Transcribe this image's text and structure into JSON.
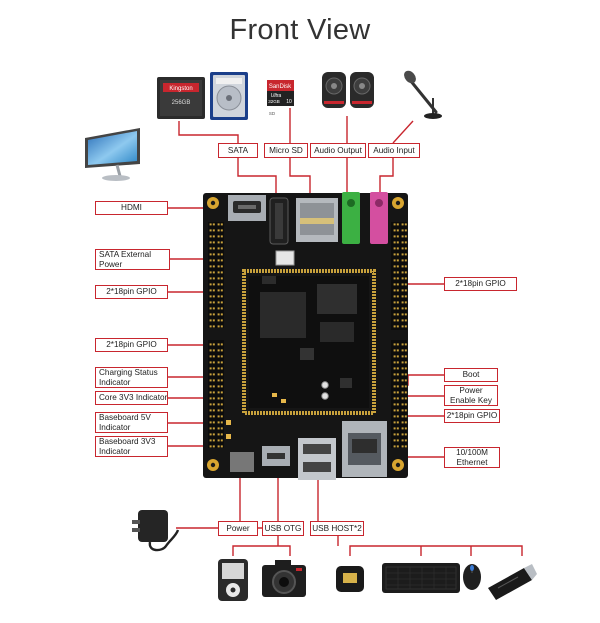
{
  "page": {
    "title": "Front View",
    "colors": {
      "callout": "#c8262e",
      "board": "#151515",
      "gold": "#d8a530",
      "audio_out_jack": "#3cb043",
      "audio_in_jack": "#d44fa0",
      "title_text": "#333333"
    }
  },
  "labels": {
    "sata": "SATA",
    "micro_sd": "Micro SD",
    "audio_output": "Audio Output",
    "audio_input": "Audio Input",
    "hdmi": "HDMI",
    "sata_external_power": "SATA External Power",
    "gpio_left_top": "2*18pin GPIO",
    "gpio_left_mid": "2*18pin GPIO",
    "gpio_right_top": "2*18pin GPIO",
    "gpio_right_bottom": "2*18pin GPIO",
    "charging_status_indicator": "Charging Status Indicator",
    "core_3v3_indicator": "Core 3V3 Indicator",
    "baseboard_5v_indicator": "Baseboard 5V Indicator",
    "baseboard_3v3_indicator": "Baseboard 3V3 Indicator",
    "boot": "Boot",
    "power_enable_key": "Power Enable Key",
    "ethernet": "10/100M Ethernet",
    "power": "Power",
    "usb_otg": "USB OTG",
    "usb_host": "USB HOST*2"
  },
  "device_text": {
    "ssd_brand": "Kingston",
    "ssd_capacity": "256GB",
    "sd_brand": "SanDisk",
    "sd_model": "Ultra",
    "sd_capacity": "32GB",
    "sd_class": "10",
    "sd_suffix": "SD"
  },
  "icons": [
    "ssd-icon",
    "hard-drive-icon",
    "micro-sd-card-icon",
    "speakers-icon",
    "microphone-icon",
    "monitor-icon",
    "power-adapter-icon",
    "mp3-player-icon",
    "camera-icon",
    "wifi-dongle-icon",
    "keyboard-icon",
    "mouse-icon",
    "usb-drive-icon"
  ]
}
